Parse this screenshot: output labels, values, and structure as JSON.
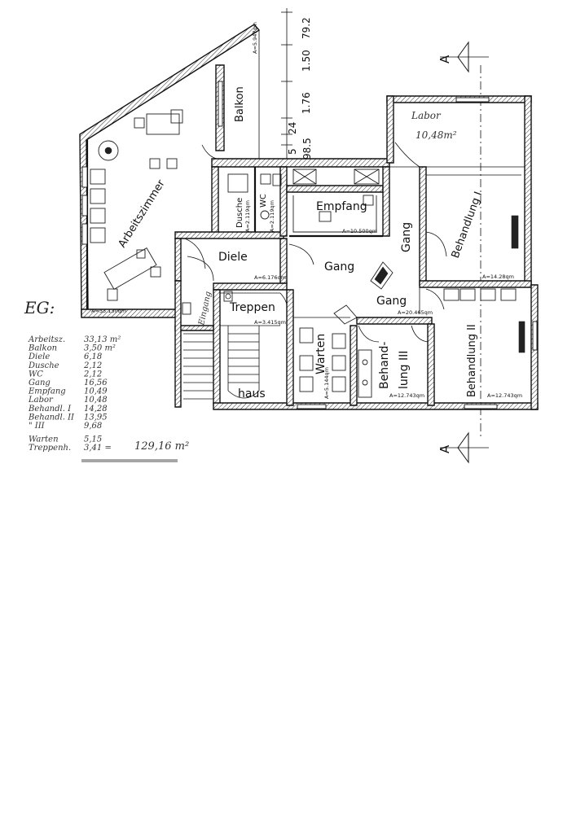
{
  "title": "EG:",
  "dimensions": {
    "top_values": [
      "79.2",
      "1.50",
      "1.76",
      "24",
      "5",
      "98.5"
    ]
  },
  "sections": {
    "top": "A",
    "bottom": "A"
  },
  "rooms": {
    "arbeitszimmer": {
      "name": "Arbeitszimmer",
      "area": "A=33.130qm"
    },
    "balkon": {
      "name": "Balkon",
      "area": "A=5.947qm"
    },
    "dusche": {
      "name": "Dusche",
      "area": "A=2.119qm"
    },
    "wc": {
      "name": "WC",
      "area": "A=2.119qm"
    },
    "empfang": {
      "name": "Empfang",
      "area": "A=10.500qm"
    },
    "labor": {
      "name": "Labor",
      "area": "10,48m²"
    },
    "behandlung1": {
      "name": "Behandlung I",
      "area": "A=14.28qm"
    },
    "diele": {
      "name": "Diele",
      "area": "A=6.176qm"
    },
    "gang_a": {
      "name": "Gang"
    },
    "gang_b": {
      "name": "Gang"
    },
    "gang_c": {
      "name": "Gang",
      "area": "A=20.465qm"
    },
    "treppen": {
      "name": "Treppen",
      "area": "A=3.415qm"
    },
    "haus": {
      "name": "haus"
    },
    "eingang": {
      "name": "Eingang"
    },
    "warten": {
      "name": "Warten",
      "area": "A=5.144qm"
    },
    "behandlung3_line1": {
      "name": "Behand-"
    },
    "behandlung3_line2": {
      "name": "lung III",
      "area": "A=12.743qm"
    },
    "behandlung2": {
      "name": "Behandlung II",
      "area": "A=12.743qm"
    }
  },
  "area_list": [
    {
      "label": "Arbeitsz.",
      "value": "33,13 m²"
    },
    {
      "label": "Balkon",
      "value": "3,50 m²"
    },
    {
      "label": "Diele",
      "value": "6,18"
    },
    {
      "label": "Dusche",
      "value": "2,12"
    },
    {
      "label": "WC",
      "value": "2,12"
    },
    {
      "label": "Gang",
      "value": "16,56"
    },
    {
      "label": "Empfang",
      "value": "10,49"
    },
    {
      "label": "Labor",
      "value": "10,48"
    },
    {
      "label": "Behandl. I",
      "value": "14,28"
    },
    {
      "label": "Behandl. II",
      "value": "13,95"
    },
    {
      "label": "\" III",
      "value": "9,68"
    },
    {
      "label": "Warten",
      "value": "5,15"
    },
    {
      "label": "Treppenh.",
      "value": "3,41 ="
    }
  ],
  "area_total": "129,16 m²",
  "colors": {
    "ink": "#111111",
    "paper": "#ffffff",
    "pencil": "#333333"
  }
}
